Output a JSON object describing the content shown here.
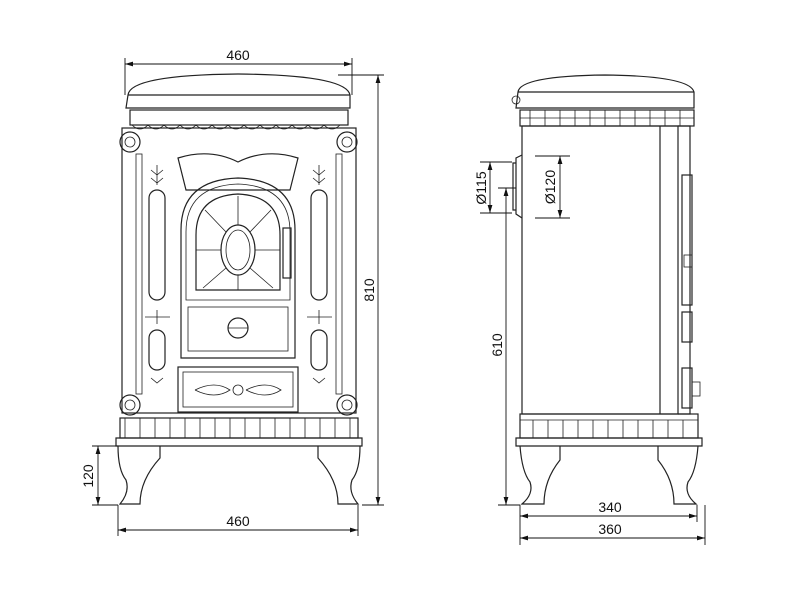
{
  "front_view": {
    "top_width": "460",
    "total_height": "810",
    "leg_height": "120",
    "base_width": "460"
  },
  "side_view": {
    "flue_outer_diameter": "Ø115",
    "flue_inner_diameter": "Ø120",
    "flue_height": "610",
    "body_depth": "340",
    "total_depth": "360"
  }
}
